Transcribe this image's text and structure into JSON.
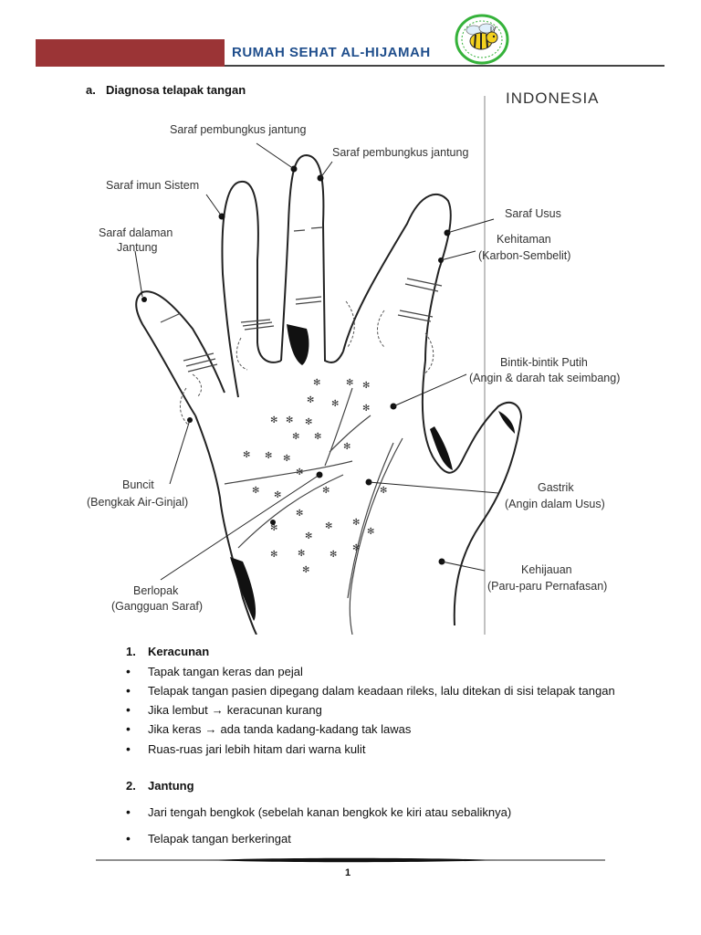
{
  "header": {
    "title": "RUMAH SEHAT AL-HIJAMAH",
    "bar_color": "#9b3436",
    "title_color": "#1f4e8c"
  },
  "section": {
    "marker": "a.",
    "title": "Diagnosa telapak tangan"
  },
  "figure": {
    "corner_text": "INDONESIA",
    "labels": {
      "saraf_pembungkus_1": "Saraf pembungkus jantung",
      "saraf_pembungkus_2": "Saraf pembungkus jantung",
      "saraf_imun": "Saraf imun Sistem",
      "saraf_dalaman_1": "Saraf dalaman",
      "saraf_dalaman_2": "Jantung",
      "saraf_usus": "Saraf Usus",
      "kehitaman_1": "Kehitaman",
      "kehitaman_2": "(Karbon-Sembelit)",
      "bintik_1": "Bintik-bintik Putih",
      "bintik_2": "(Angin & darah tak seimbang)",
      "buncit_1": "Buncit",
      "buncit_2": "(Bengkak Air-Ginjal)",
      "gastrik_1": "Gastrik",
      "gastrik_2": "(Angin dalam Usus)",
      "kehijauan_1": "Kehijauan",
      "kehijauan_2": "(Paru-paru Pernafasan)",
      "berlopak_1": "Berlopak",
      "berlopak_2": "(Gangguan Saraf)"
    }
  },
  "list1": {
    "number": "1.",
    "heading": "Keracunan",
    "items": [
      "Tapak tangan keras dan pejal",
      "Telapak tangan pasien dipegang dalam keadaan rileks, lalu ditekan di sisi telapak tangan",
      "keracunan kurang",
      "ada tanda kadang-kadang tak lawas",
      "Ruas-ruas jari lebih hitam dari warna kulit"
    ],
    "item2_prefix": "Jika lembut",
    "item3_prefix": "Jika keras"
  },
  "list2": {
    "number": "2.",
    "heading": "Jantung",
    "items": [
      "Jari tengah bengkok (sebelah kanan bengkok ke kiri atau sebaliknya)",
      "Telapak tangan berkeringat"
    ]
  },
  "footer": {
    "page_number": "1"
  },
  "icons": {
    "bullet": "bullet-dot-icon",
    "arrow": "right-arrow-icon",
    "logo": "bee-logo-icon"
  }
}
